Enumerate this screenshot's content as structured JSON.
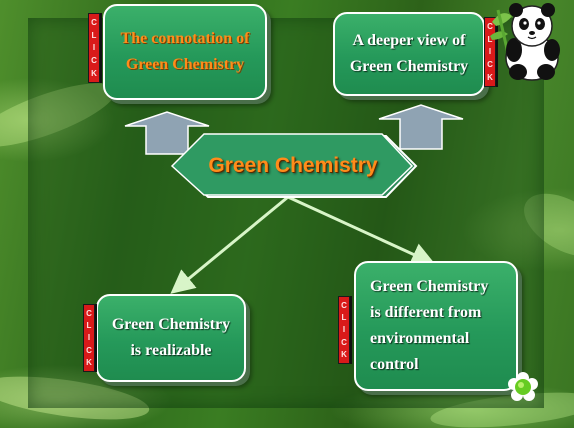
{
  "slide": {
    "center_title": "Green Chemistry",
    "boxes": {
      "connotation": "The connotation of\nGreen Chemistry",
      "deeper_view": "A deeper view of\nGreen Chemistry",
      "realizable": "Green Chemistry\nis realizable",
      "different": "Green Chemistry\nis different from\nenvironmental\ncontrol"
    },
    "click_label": [
      "C",
      "L",
      "I",
      "C",
      "K"
    ]
  },
  "colors": {
    "box_fill": "#25995a",
    "title_orange": "#ff8c1a",
    "arrow_fill": "#8fa3b3",
    "click_tag_red": "#d91a1a"
  },
  "icons": [
    "panda-icon",
    "flower-icon",
    "arrow-up-icon",
    "click-tag-icon"
  ]
}
